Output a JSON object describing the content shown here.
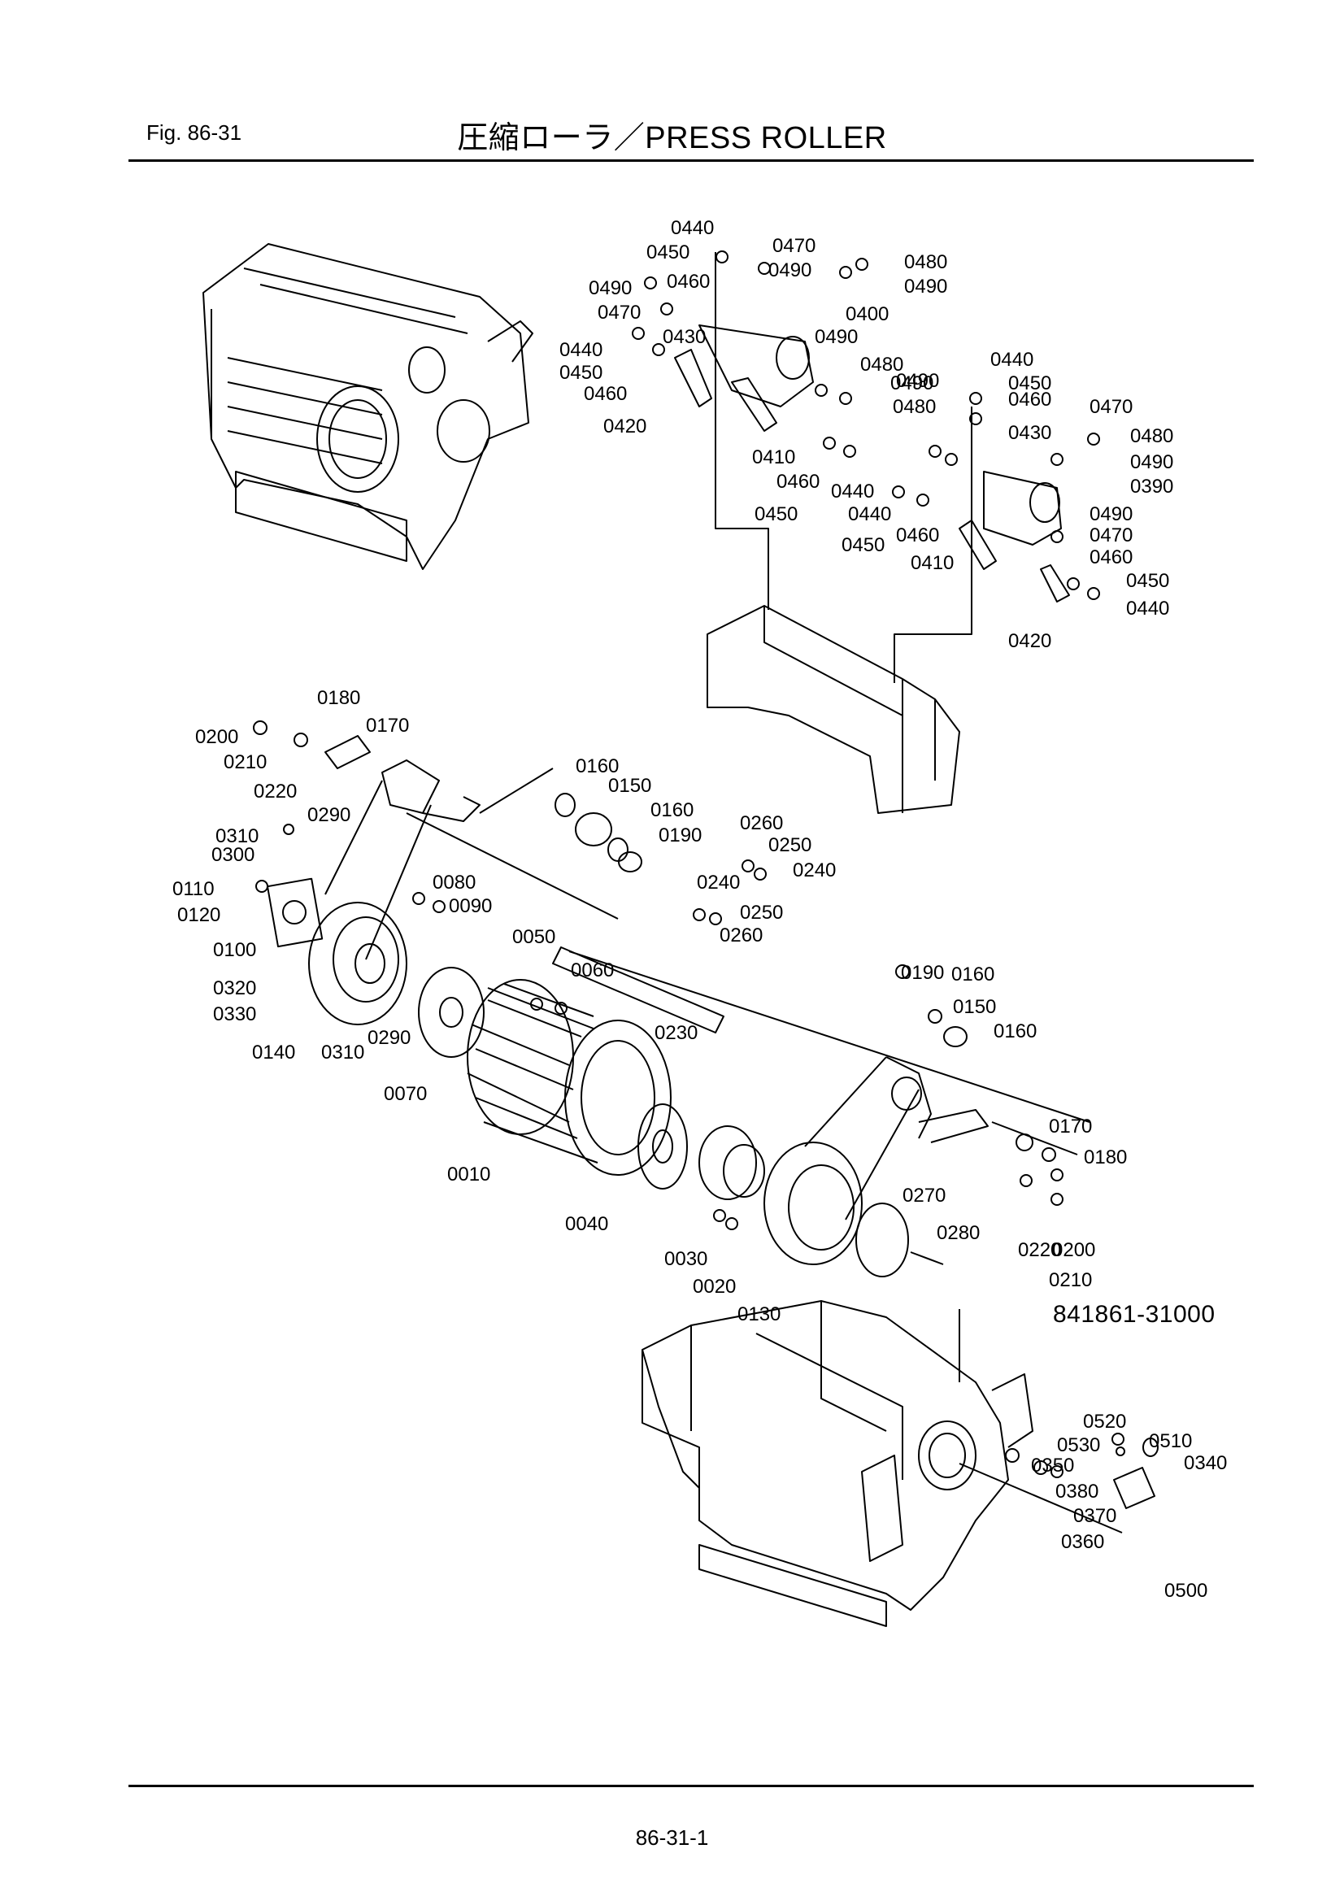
{
  "header": {
    "fig_label": "Fig.  86-31",
    "title": "圧縮ローラ／PRESS ROLLER"
  },
  "drawing_number": "841861-31000",
  "page_number": "86-31-1",
  "part_callouts": [
    "0440",
    "0450",
    "0470",
    "0480",
    "0460",
    "0490",
    "0490",
    "0490",
    "0470",
    "0400",
    "0430",
    "0440",
    "0490",
    "0450",
    "0480",
    "0460",
    "0440",
    "0420",
    "0490",
    "0450",
    "0490",
    "0480",
    "0460",
    "0470",
    "0430",
    "0480",
    "0410",
    "0460",
    "0490",
    "0440",
    "0450",
    "0440",
    "0390",
    "0460",
    "0490",
    "0450",
    "0410",
    "0470",
    "0460",
    "0450",
    "0440",
    "0420",
    "0180",
    "0170",
    "0200",
    "0210",
    "0220",
    "0160",
    "0150",
    "0160",
    "0190",
    "0290",
    "0310",
    "0300",
    "0260",
    "0250",
    "0240",
    "0080",
    "0240",
    "0090",
    "0110",
    "0120",
    "0250",
    "0260",
    "0100",
    "0050",
    "0060",
    "0320",
    "0330",
    "0230",
    "0190",
    "0160",
    "0150",
    "0160",
    "0140",
    "0310",
    "0290",
    "0070",
    "0170",
    "0180",
    "0010",
    "0270",
    "0280",
    "0220",
    "0200",
    "0040",
    "0210",
    "0030",
    "0020",
    "0130",
    "0520",
    "0510",
    "0530",
    "0340",
    "0350",
    "0380",
    "0370",
    "0360",
    "0500"
  ]
}
